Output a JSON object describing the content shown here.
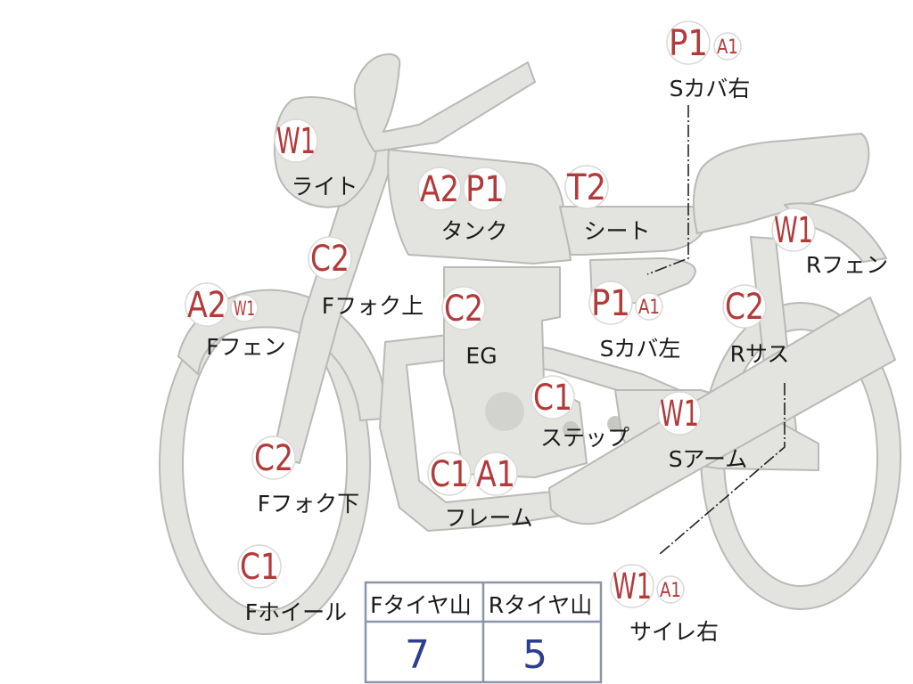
{
  "parts": [
    {
      "id": "light",
      "label": "ライト",
      "grades": [
        "W1"
      ]
    },
    {
      "id": "tank",
      "label": "タンク",
      "grades": [
        "A2",
        "P1"
      ]
    },
    {
      "id": "seat",
      "label": "シート",
      "grades": [
        "T2"
      ]
    },
    {
      "id": "side-cover-right",
      "label": "Sカバ右",
      "grades": [
        "P1",
        "A1"
      ]
    },
    {
      "id": "rear-fender",
      "label": "Rフェン",
      "grades": [
        "W1"
      ]
    },
    {
      "id": "front-fork-upper",
      "label": "Fフォク上",
      "grades": [
        "C2"
      ]
    },
    {
      "id": "front-fender",
      "label": "Fフェン",
      "grades": [
        "A2",
        "W1"
      ]
    },
    {
      "id": "engine",
      "label": "EG",
      "grades": [
        "C2"
      ]
    },
    {
      "id": "side-cover-left",
      "label": "Sカバ左",
      "grades": [
        "P1",
        "A1"
      ]
    },
    {
      "id": "rear-suspension",
      "label": "Rサス",
      "grades": [
        "C2"
      ]
    },
    {
      "id": "step",
      "label": "ステップ",
      "grades": [
        "C1"
      ]
    },
    {
      "id": "swingarm",
      "label": "Sアーム",
      "grades": [
        "W1"
      ]
    },
    {
      "id": "front-fork-lower",
      "label": "Fフォク下",
      "grades": [
        "C2"
      ]
    },
    {
      "id": "frame",
      "label": "フレーム",
      "grades": [
        "C1",
        "A1"
      ]
    },
    {
      "id": "front-wheel",
      "label": "Fホイール",
      "grades": [
        "C1"
      ]
    },
    {
      "id": "muffler-right",
      "label": "サイレ右",
      "grades": [
        "W1",
        "A1"
      ]
    }
  ],
  "tire_table": {
    "headers": [
      "Fタイヤ山",
      "Rタイヤ山"
    ],
    "values": [
      "7",
      "5"
    ]
  },
  "colors": {
    "body_fill": "#e3e3e0",
    "body_stroke": "#b9b9b6",
    "badge_text": "#b23a3a",
    "table_value": "#2d3d8f",
    "table_border": "#8a95a8"
  }
}
